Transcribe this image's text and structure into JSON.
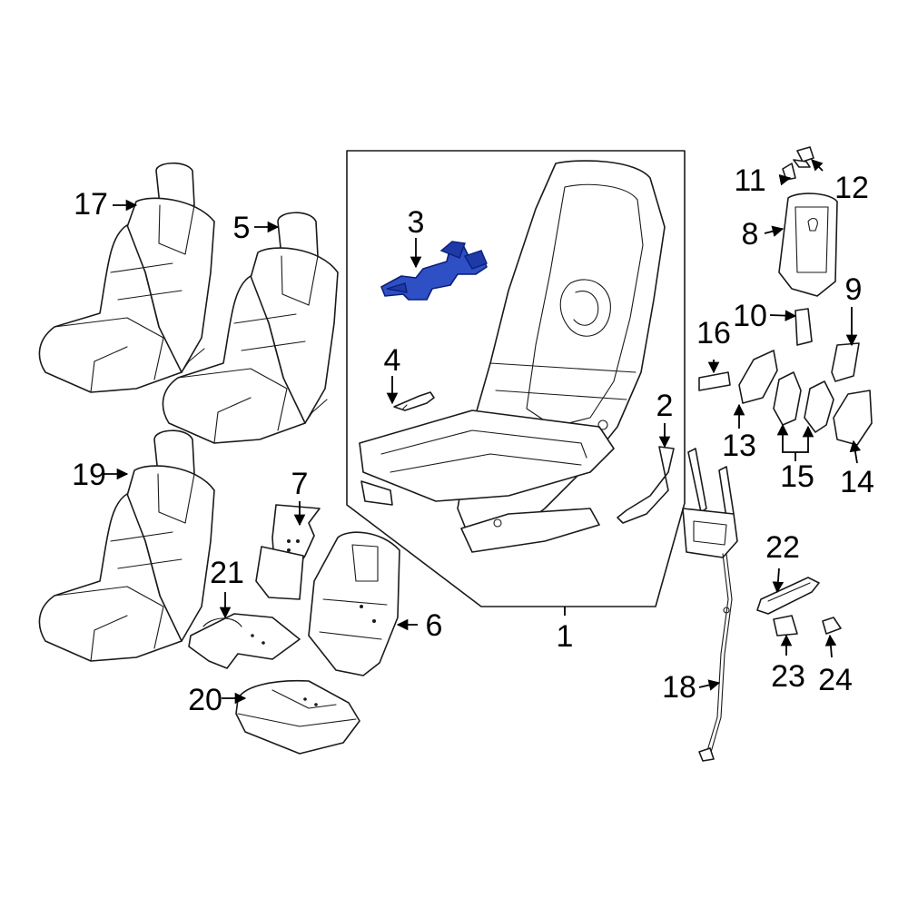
{
  "diagram": {
    "callouts": [
      "1",
      "2",
      "3",
      "4",
      "5",
      "6",
      "7",
      "8",
      "9",
      "10",
      "11",
      "12",
      "13",
      "14",
      "15",
      "16",
      "17",
      "18",
      "19",
      "20",
      "21",
      "22",
      "23",
      "24"
    ]
  },
  "colors": {
    "highlight": "#2f4fc4",
    "line": "#1a1a1a",
    "background": "#ffffff"
  }
}
